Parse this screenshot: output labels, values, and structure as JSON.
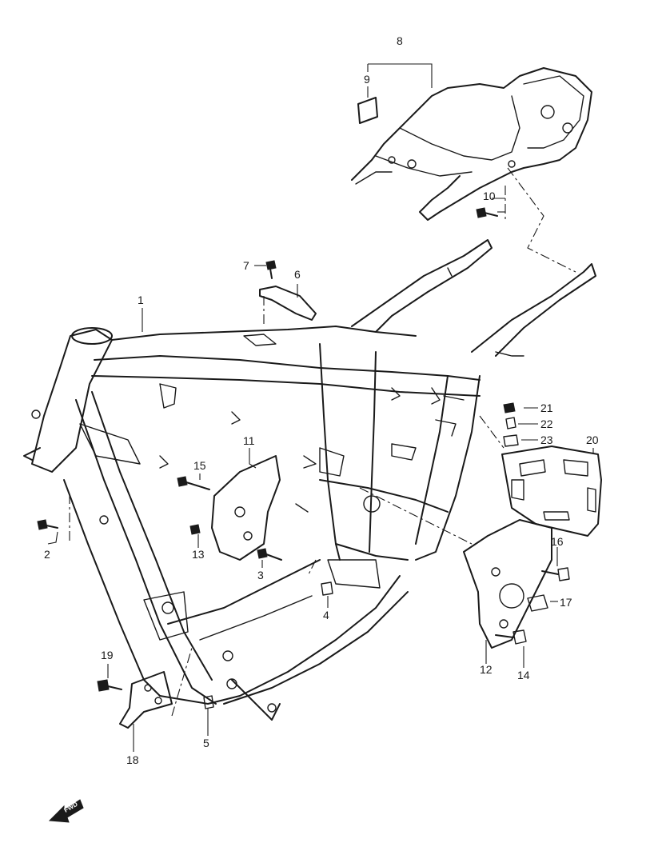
{
  "callouts": {
    "c1": "1",
    "c2": "2",
    "c3": "3",
    "c4": "4",
    "c5": "5",
    "c6": "6",
    "c7": "7",
    "c8": "8",
    "c9": "9",
    "c10": "10",
    "c11": "11",
    "c12": "12",
    "c13": "13",
    "c14": "14",
    "c15": "15",
    "c16": "16",
    "c17": "17",
    "c18": "18",
    "c19": "19",
    "c20": "20",
    "c21": "21",
    "c22": "22",
    "c23": "23"
  },
  "fwd_label": "FWD",
  "colors": {
    "line": "#1a1a1a",
    "background": "#ffffff"
  }
}
